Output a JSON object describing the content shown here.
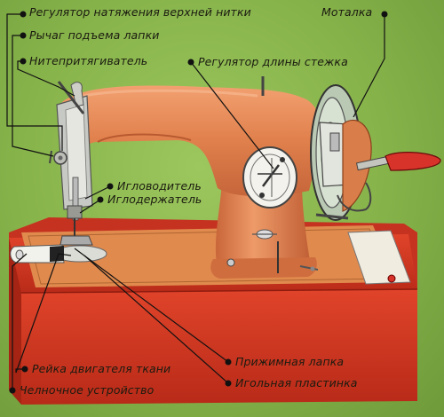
{
  "labels": {
    "upper_thread_tension": "Регулятор натяжения верхней нитки",
    "winder": "Моталка",
    "presser_foot_lever": "Рычаг подъема лапки",
    "take_up_lever": "Нитепритягиватель",
    "stitch_length_regulator": "Регулятор длины стежка",
    "needle_bar": "Игловодитель",
    "needle_holder": "Иглодержатель",
    "feed_dog": "Рейка двигателя ткани",
    "presser_foot": "Прижимная лапка",
    "needle_plate": "Игольная пластинка",
    "shuttle_device": "Челночное устройство"
  },
  "colors": {
    "background": "#86b24a",
    "machine_body": "#e0804c",
    "base_box": "#d83a22",
    "leader_lines": "#111111",
    "handle": "#d8332a"
  }
}
